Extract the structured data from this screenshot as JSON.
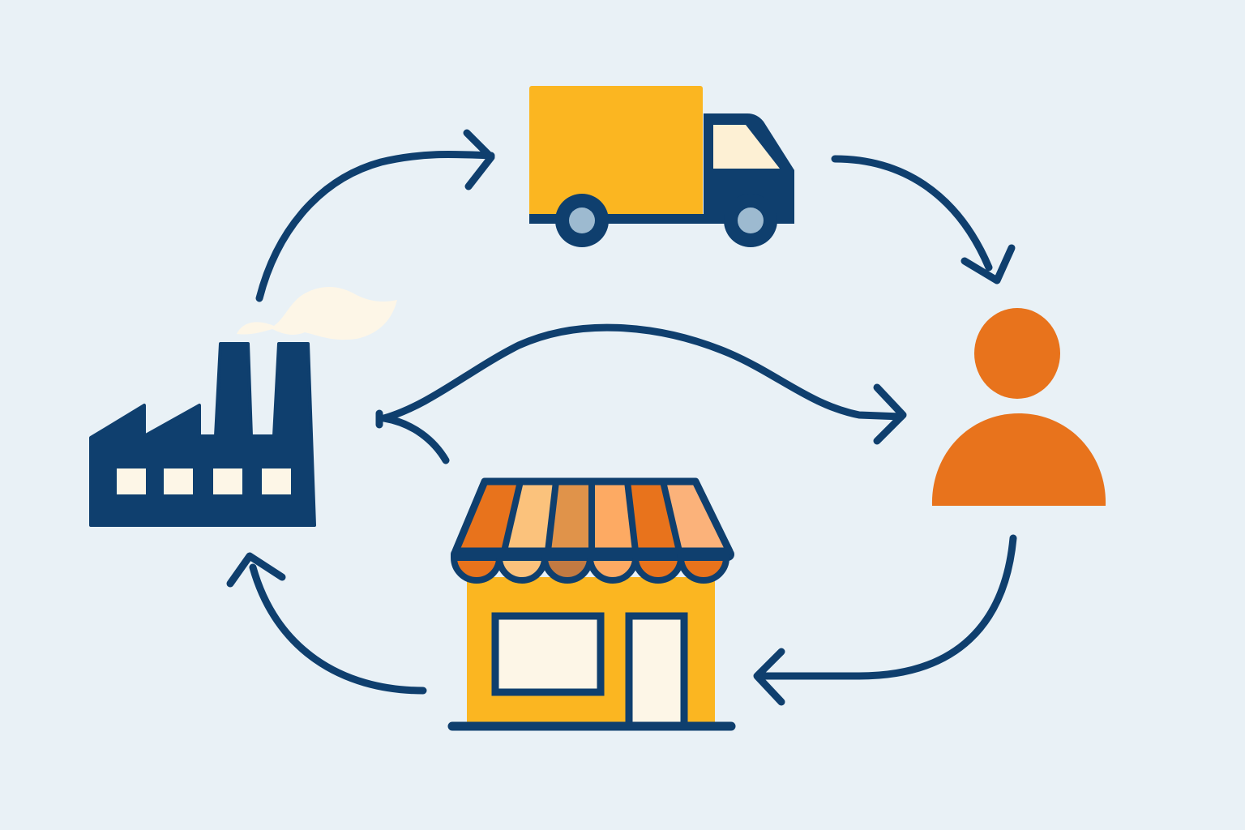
{
  "diagram": {
    "type": "supply-chain-cycle",
    "nodes": [
      {
        "id": "factory",
        "icon": "factory-icon"
      },
      {
        "id": "truck",
        "icon": "delivery-truck-icon"
      },
      {
        "id": "customer",
        "icon": "person-icon"
      },
      {
        "id": "store",
        "icon": "storefront-icon"
      }
    ],
    "edges": [
      {
        "from": "factory",
        "to": "truck"
      },
      {
        "from": "truck",
        "to": "customer"
      },
      {
        "from": "customer",
        "to": "store"
      },
      {
        "from": "store",
        "to": "factory"
      },
      {
        "from": "factory",
        "to": "customer"
      }
    ],
    "colors": {
      "background": "#e9f1f6",
      "navy": "#0f3f6e",
      "yellow": "#fbb621",
      "orange": "#e8731c",
      "cream": "#fdf6e7",
      "wheel_hub": "#9dbad0"
    }
  }
}
